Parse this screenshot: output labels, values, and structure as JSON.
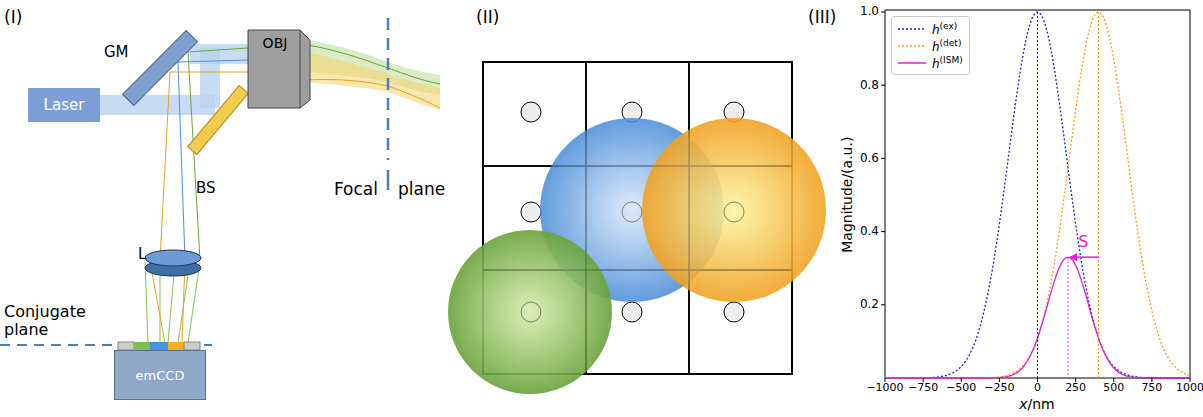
{
  "diagram": {
    "nodes": [
      {
        "text": [
          "Laser"
        ]
      },
      {
        "text": [
          "OBJ"
        ]
      },
      {
        "text": [
          "emCCD"
        ]
      }
    ],
    "labels": [
      "(I)",
      "(II)",
      "(III)",
      "GM",
      "BS",
      "L",
      "Focal",
      "plane",
      "Conjugate plane",
      "S",
      "Magnitude/(a.u.)",
      "x/nm",
      "0.2",
      "0.4",
      "0.6",
      "0.8",
      "1.0",
      "−1000",
      "−750",
      "−500",
      "−250",
      "0",
      "250",
      "500",
      "750",
      "1000"
    ],
    "legend": [
      {
        "text": "h(ex)"
      },
      {
        "text": "h(det)"
      },
      {
        "text": "h(ISM)"
      }
    ]
  }
}
